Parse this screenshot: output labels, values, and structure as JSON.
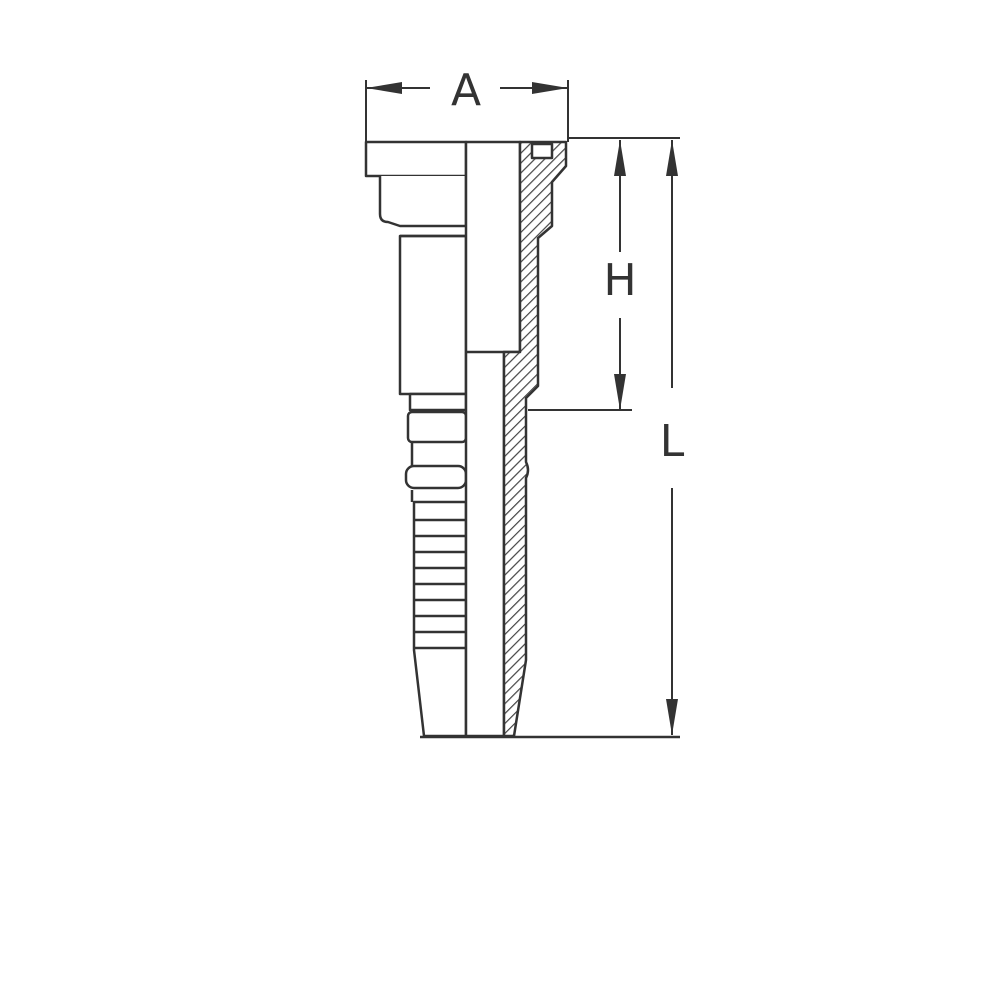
{
  "dimensions": {
    "a_label": "A",
    "h_label": "H",
    "l_label": "L"
  },
  "colors": {
    "line": "#333333",
    "hatch": "#444444",
    "background": "#ffffff"
  }
}
